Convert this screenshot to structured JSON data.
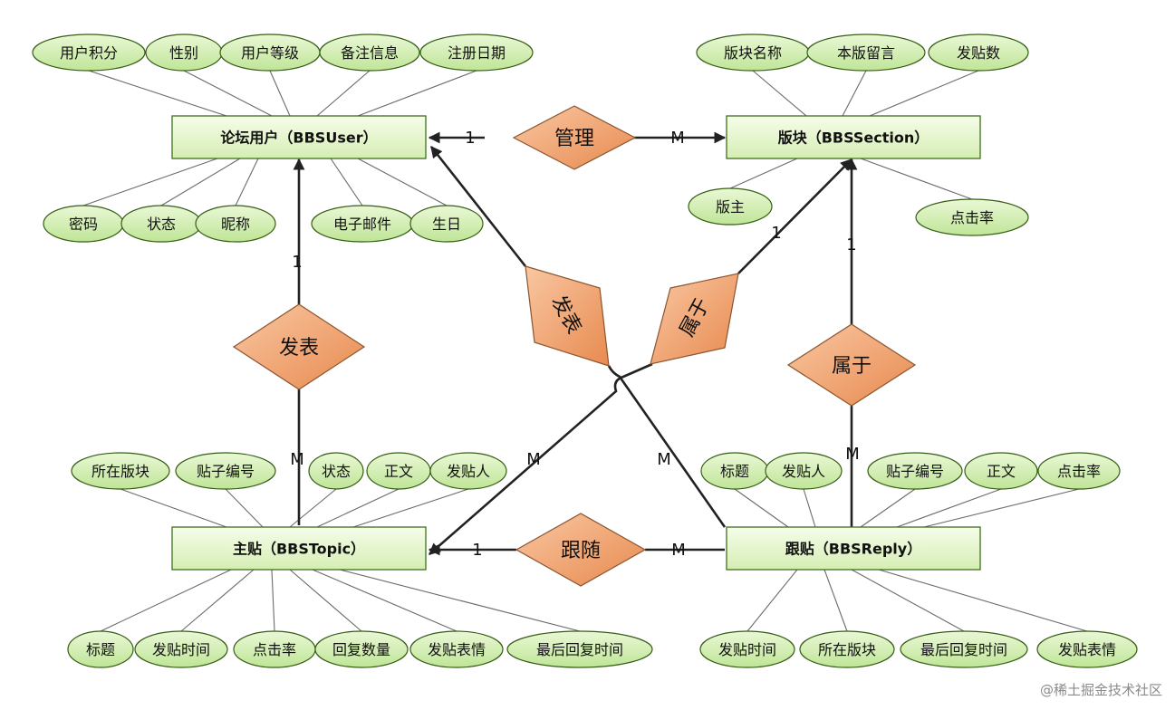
{
  "entities": {
    "user": "论坛用户（BBSUser）",
    "section": "版块（BBSSection）",
    "topic": "主贴（BBSTopic）",
    "reply": "跟贴（BBSReply）"
  },
  "relationships": {
    "manage": "管理",
    "post_topic_left": "发表",
    "post_topic_diag": "发表",
    "belongs_diag": "属于",
    "belongs_right": "属于",
    "follow": "跟随"
  },
  "cardinalities": {
    "manage_user": "1",
    "manage_section": "M",
    "user_post": "1",
    "post_topic": "M",
    "section_belongs_diag": "1",
    "belongs_diag_topic": "M",
    "user_post_diag_reply": "M",
    "section_belongs_right": "1",
    "belongs_right_reply": "M",
    "follow_topic": "1",
    "follow_reply": "M"
  },
  "attributes": {
    "user_top": [
      "用户积分",
      "性别",
      "用户等级",
      "备注信息",
      "注册日期"
    ],
    "user_bottom": [
      "密码",
      "状态",
      "昵称",
      "电子邮件",
      "生日"
    ],
    "section_top": [
      "版块名称",
      "本版留言",
      "发贴数"
    ],
    "section_bottom": [
      "版主",
      "点击率"
    ],
    "topic_top": [
      "所在版块",
      "贴子编号",
      "状态",
      "正文",
      "发贴人"
    ],
    "topic_bottom": [
      "标题",
      "发贴时间",
      "点击率",
      "回复数量",
      "发贴表情",
      "最后回复时间"
    ],
    "reply_top": [
      "标题",
      "发贴人",
      "贴子编号",
      "正文",
      "点击率"
    ],
    "reply_bottom": [
      "发贴时间",
      "所在版块",
      "最后回复时间",
      "发贴表情"
    ]
  },
  "colors": {
    "entity_fill": "#e9f7d2",
    "entity_border": "#3f6f1c",
    "attribute_fill": "#d4efb0",
    "attribute_border": "#355e14",
    "relationship_fill": "#f3a06a",
    "relationship_border": "#8a5530"
  },
  "watermark": "@稀土掘金技术社区"
}
